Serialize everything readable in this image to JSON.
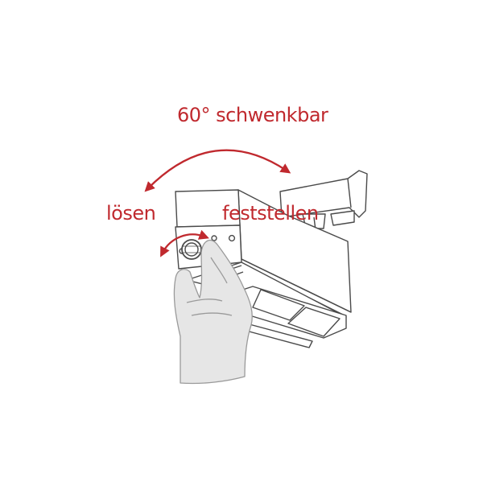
{
  "labels": {
    "swivel": "60° schwenkbar",
    "loosen": "lösen",
    "lock": "feststellen"
  },
  "colors": {
    "accent": "#c0292e",
    "line": "#4a4a4a",
    "hand_fill": "#e6e6e6",
    "hand_stroke": "#9a9a9a",
    "body_fill": "#ffffff"
  },
  "icons": {
    "swivel_arrow": "double-headed-curved-arrow",
    "rotation_arrow": "double-headed-circular-arrow"
  }
}
